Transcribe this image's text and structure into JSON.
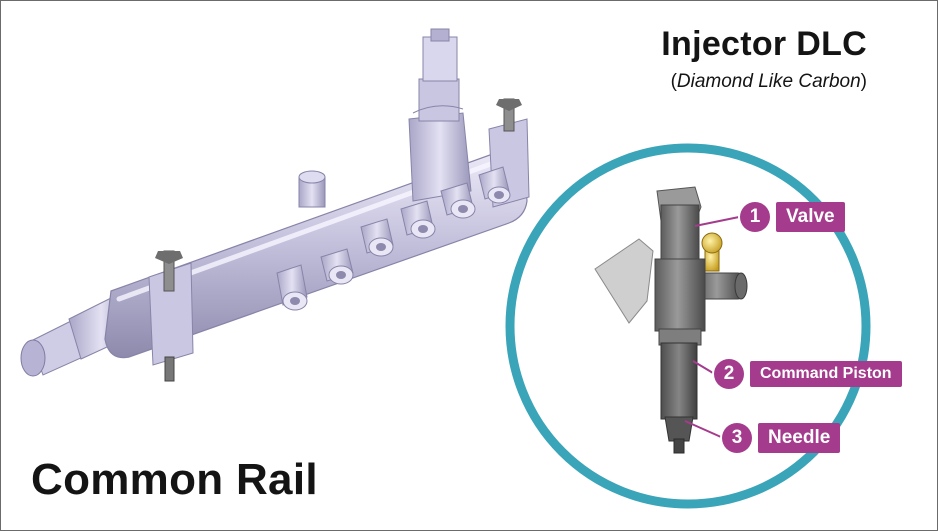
{
  "title": "Injector DLC",
  "subtitle_prefix": "(",
  "subtitle_italic": "Diamond Like Carbon",
  "subtitle_suffix": ")",
  "caption": "Common Rail",
  "accent_color": "#a43b8c",
  "ring_color": "#3aa4b8",
  "labels": [
    {
      "number": "1",
      "text": "Valve"
    },
    {
      "number": "2",
      "text": "Command Piston"
    },
    {
      "number": "3",
      "text": "Needle"
    }
  ]
}
